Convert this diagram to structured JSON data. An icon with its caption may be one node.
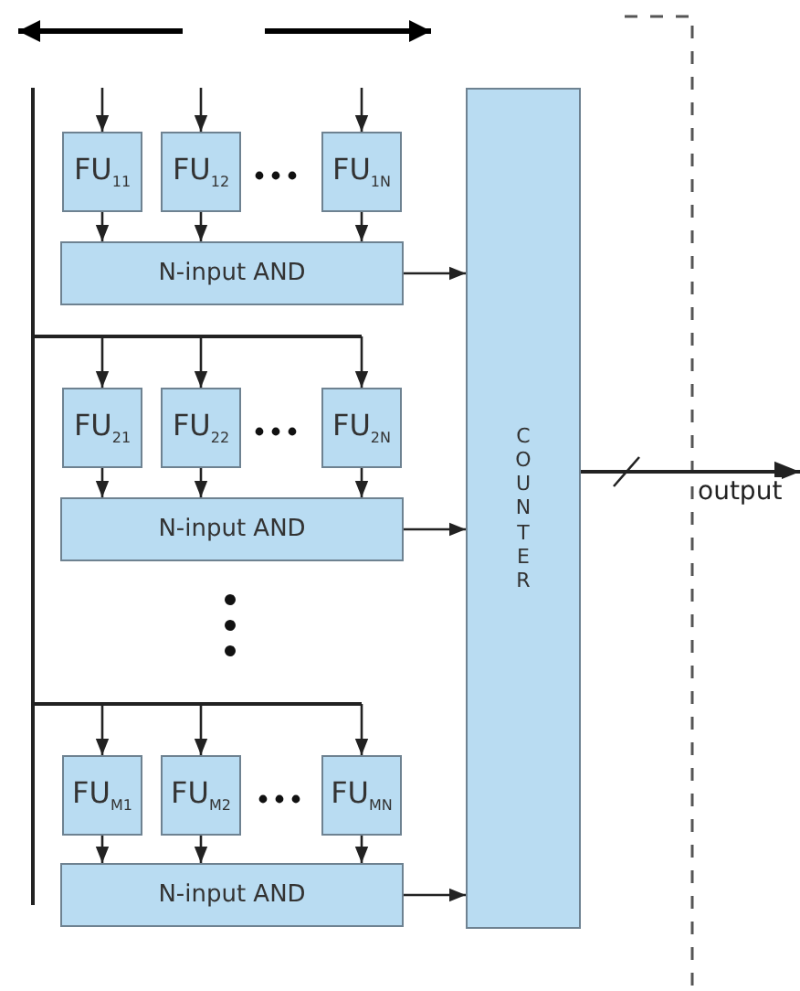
{
  "diagram": {
    "nodes": [
      {
        "text": [
          "FU$_{11}$"
        ]
      },
      {
        "text": [
          "FU$_{12}$"
        ]
      },
      {
        "text": [
          "FU$_{1N}$"
        ]
      },
      {
        "text": [
          "N-input AND"
        ]
      },
      {
        "text": [
          "FU$_{21}$"
        ]
      },
      {
        "text": [
          "FU$_{22}$"
        ]
      },
      {
        "text": [
          "FU$_{2N}$"
        ]
      },
      {
        "text": [
          "N-input AND"
        ]
      },
      {
        "text": [
          "FU$_{M1}$"
        ]
      },
      {
        "text": [
          "FU$_{M2}$"
        ]
      },
      {
        "text": [
          "FU$_{MN}$"
        ]
      },
      {
        "text": [
          "N-input AND"
        ]
      },
      {
        "text": [
          "COUNTER"
        ]
      }
    ],
    "edges": [
      {
        "from": null,
        "to": 0,
        "arrow": "to"
      },
      {
        "from": null,
        "to": 1,
        "arrow": "to"
      },
      {
        "from": null,
        "to": 2,
        "arrow": "to"
      },
      {
        "from": 0,
        "to": 3,
        "arrow": "to"
      },
      {
        "from": 1,
        "to": 3,
        "arrow": "to"
      },
      {
        "from": 2,
        "to": 3,
        "arrow": "to"
      },
      {
        "from": 3,
        "to": 12,
        "arrow": "to"
      },
      {
        "from": null,
        "to": 4,
        "arrow": "to"
      },
      {
        "from": null,
        "to": 5,
        "arrow": "to"
      },
      {
        "from": null,
        "to": 6,
        "arrow": "to"
      },
      {
        "from": 4,
        "to": 7,
        "arrow": "to"
      },
      {
        "from": 5,
        "to": 7,
        "arrow": "to"
      },
      {
        "from": 6,
        "to": 7,
        "arrow": "to"
      },
      {
        "from": 7,
        "to": 12,
        "arrow": "to"
      },
      {
        "from": null,
        "to": 8,
        "arrow": "to"
      },
      {
        "from": null,
        "to": 9,
        "arrow": "to"
      },
      {
        "from": null,
        "to": 10,
        "arrow": "to"
      },
      {
        "from": 8,
        "to": 11,
        "arrow": "to"
      },
      {
        "from": 9,
        "to": 11,
        "arrow": "to"
      },
      {
        "from": 10,
        "to": 11,
        "arrow": "to"
      },
      {
        "from": 11,
        "to": 12,
        "arrow": "to"
      },
      {
        "from": 12,
        "to": null,
        "arrow": "to",
        "label": "output"
      }
    ]
  }
}
